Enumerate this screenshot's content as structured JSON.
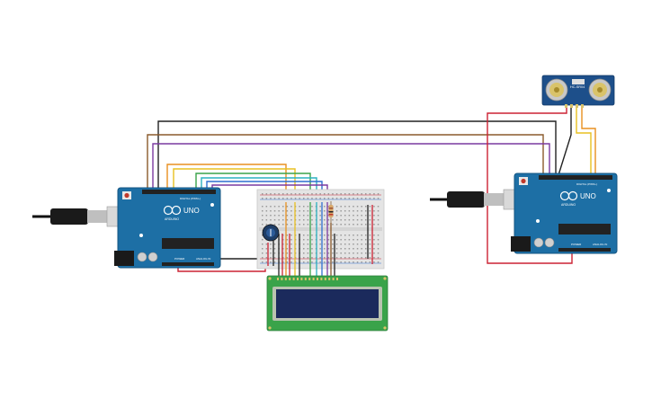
{
  "board_left": {
    "brand": "UNO",
    "subbrand": "ARDUINO",
    "digital_label": "DIGITAL (PWM~)",
    "power_label": "POWER",
    "analog_label": "ANALOG IN"
  },
  "board_right": {
    "brand": "UNO",
    "subbrand": "ARDUINO",
    "digital_label": "DIGITAL (PWM~)",
    "power_label": "POWER",
    "analog_label": "ANALOG IN"
  },
  "sensor": {
    "label": "HC-SR04"
  },
  "colors": {
    "board": "#1d6fa5",
    "board_dark": "#145582",
    "breadboard": "#e4e4e4",
    "lcd_pcb": "#3aa34a",
    "lcd_screen": "#1b2a5c",
    "wire_black": "#222222",
    "wire_red": "#cc2233",
    "wire_orange": "#e89020",
    "wire_yellow": "#e8c020",
    "wire_green": "#3aa34a",
    "wire_blue": "#2f6fd0",
    "wire_purple": "#7a3aa0",
    "wire_brown": "#8a5a2b",
    "wire_cyan": "#2ab0c0"
  }
}
